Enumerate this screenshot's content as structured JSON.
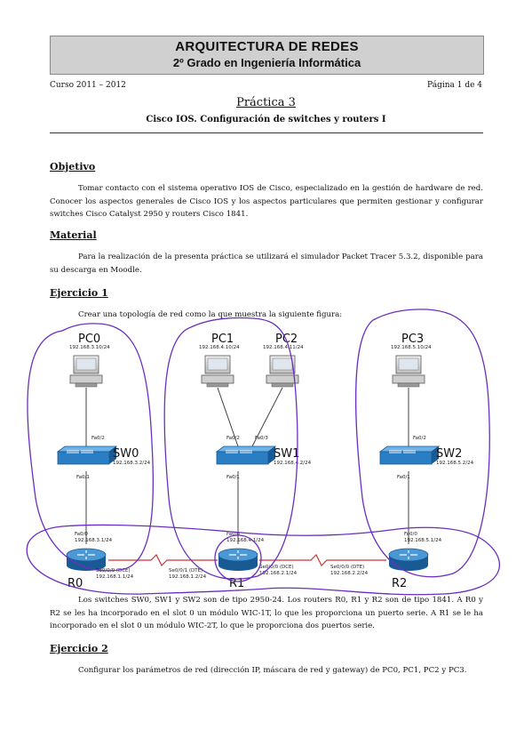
{
  "header": {
    "title": "ARQUITECTURA DE REDES",
    "subtitle": "2º Grado en Ingeniería Informática",
    "course": "Curso 2011 – 2012",
    "page": "Página 1 de 4"
  },
  "doc": {
    "practice": "Práctica 3",
    "subtitle": "Cisco IOS. Configuración de switches y routers I"
  },
  "sections": {
    "objetivo": {
      "heading": "Objetivo",
      "text": "Tomar contacto con el sistema operativo IOS de Cisco, especializado en la gestión de hardware de red. Conocer los aspectos generales de Cisco IOS y los aspectos particulares que permiten gestionar y configurar switches Cisco Catalyst 2950 y routers Cisco 1841."
    },
    "material": {
      "heading": "Material",
      "text": "Para la realización de la presenta práctica se utilizará el simulador Packet Tracer 5.3.2, disponible para su descarga en Moodle."
    },
    "ejercicio1": {
      "heading": "Ejercicio 1",
      "intro": "Crear una topología de red como la que muestra la siguiente figura:",
      "after": "Los switches SW0, SW1 y SW2 son de tipo 2950-24. Los routers R0, R1 y R2 son de tipo 1841. A R0 y R2 se les ha incorporado en el slot 0 un módulo WIC-1T, lo que les proporciona un puerto serie. A R1 se le ha incorporado en el slot 0 un módulo WIC-2T, lo que le proporciona dos puertos serie."
    },
    "ejercicio2": {
      "heading": "Ejercicio 2",
      "text": "Configurar los parámetros de red (dirección IP, máscara de red y gateway) de PC0, PC1, PC2 y PC3."
    }
  },
  "diagram": {
    "pcs": [
      {
        "name": "PC0",
        "ip": "192.168.3.10/24"
      },
      {
        "name": "PC1",
        "ip": "192.168.4.10/24"
      },
      {
        "name": "PC2",
        "ip": "192.168.4.11/24"
      },
      {
        "name": "PC3",
        "ip": "192.168.5.10/24"
      }
    ],
    "switches": [
      {
        "name": "SW0",
        "ip": "192.168.3.2/24",
        "up_port": "Fa0/2",
        "down_port": "Fa0/1"
      },
      {
        "name": "SW1",
        "ip": "192.168.4.2/24",
        "up_port_a": "Fa0/2",
        "up_port_b": "Fa0/3",
        "down_port": "Fa0/1"
      },
      {
        "name": "SW2",
        "ip": "192.168.5.2/24",
        "up_port": "Fa0/2",
        "down_port": "Fa0/1"
      }
    ],
    "routers": [
      {
        "name": "R0",
        "fa_port": "Fa0/0",
        "fa_ip": "192.168.3.1/24"
      },
      {
        "name": "R1",
        "fa_port": "Fa0/0",
        "fa_ip": "192.168.4.1/24"
      },
      {
        "name": "R2",
        "fa_port": "Fa0/0",
        "fa_ip": "192.168.5.1/24"
      }
    ],
    "serial": {
      "r0_port": "Se0/0/0 (DCE)",
      "r0_ip": "192.168.1.1/24",
      "r1_left_port": "Se0/0/1 (DTE)",
      "r1_left_ip": "192.168.1.2/24",
      "r1_right_port": "Se0/0/0 (DCE)",
      "r1_right_ip": "192.168.2.1/24",
      "r2_port": "Se0/0/0 (DTE)",
      "r2_ip": "192.168.2.2/24"
    },
    "colors": {
      "device_blue": "#2a7fc4",
      "device_dark": "#1a5a94",
      "annotation": "#6a2fbf"
    }
  }
}
